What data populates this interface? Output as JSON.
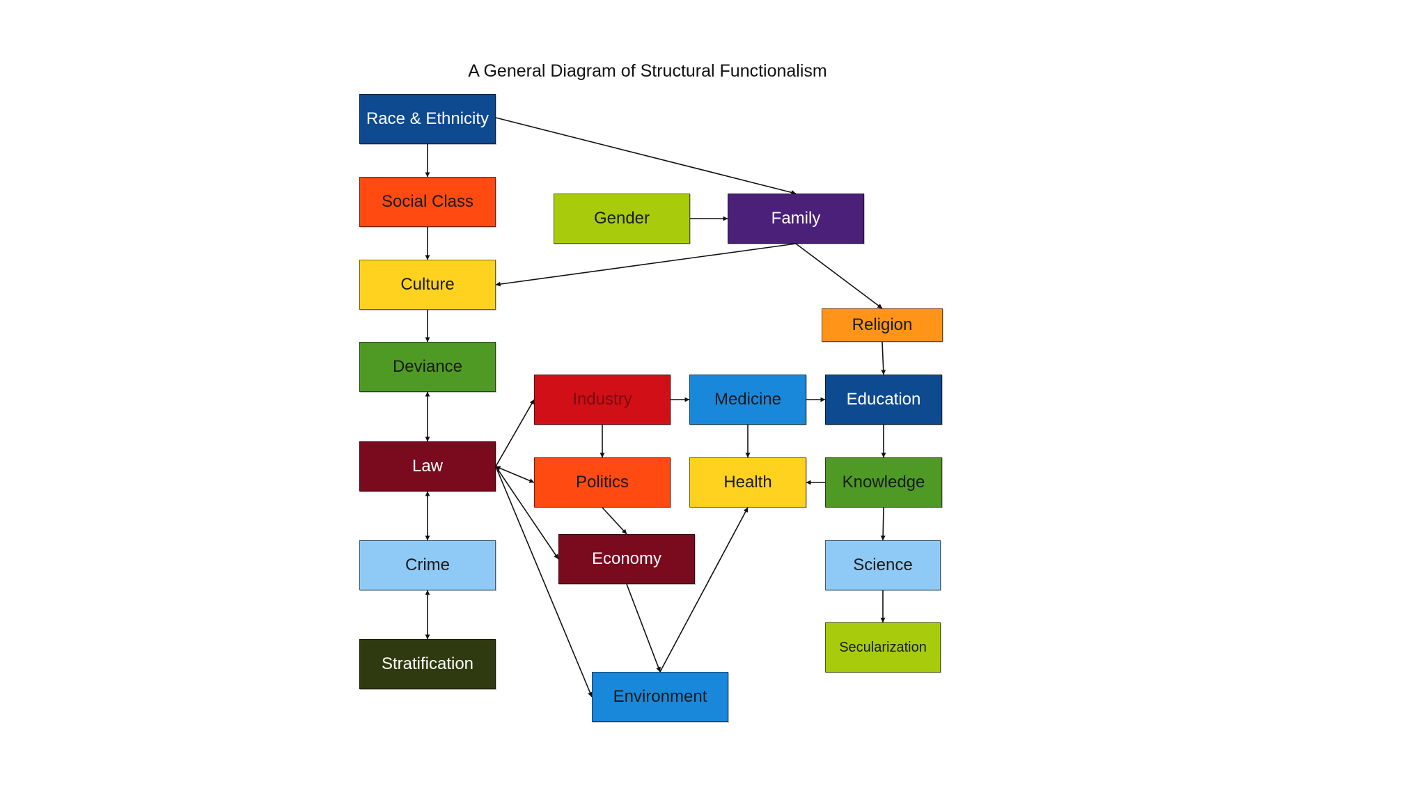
{
  "title": "A General Diagram of Structural Functionalism",
  "colors": {
    "navy": "#0d4a8f",
    "orange_red": "#ff4a12",
    "yellow": "#ffd21f",
    "green": "#4f9a24",
    "maroon": "#7a0a1e",
    "light_blue": "#8fcaf6",
    "dark_olive": "#2f3a10",
    "lime": "#a8cc0c",
    "purple": "#4a2079",
    "amber": "#ff9418",
    "red": "#d10f16",
    "sky_blue": "#1a88da",
    "edge": "#111111"
  },
  "nodes": [
    {
      "id": "race",
      "label": "Race & Ethnicity",
      "color": "#0d4a8f",
      "text_color": "#ffffff"
    },
    {
      "id": "social_class",
      "label": "Social Class",
      "color": "#ff4a12",
      "text_color": "#1a1a1a"
    },
    {
      "id": "culture",
      "label": "Culture",
      "color": "#ffd21f",
      "text_color": "#1a1a1a"
    },
    {
      "id": "deviance",
      "label": "Deviance",
      "color": "#4f9a24",
      "text_color": "#1a1a1a"
    },
    {
      "id": "law",
      "label": "Law",
      "color": "#7a0a1e",
      "text_color": "#ffffff"
    },
    {
      "id": "crime",
      "label": "Crime",
      "color": "#8fcaf6",
      "text_color": "#1a1a1a"
    },
    {
      "id": "stratification",
      "label": "Stratification",
      "color": "#2f3a10",
      "text_color": "#ffffff"
    },
    {
      "id": "gender",
      "label": "Gender",
      "color": "#a8cc0c",
      "text_color": "#1a1a1a"
    },
    {
      "id": "family",
      "label": "Family",
      "color": "#4a2079",
      "text_color": "#ffffff"
    },
    {
      "id": "religion",
      "label": "Religion",
      "color": "#ff9418",
      "text_color": "#1a1a1a"
    },
    {
      "id": "industry",
      "label": "Industry",
      "color": "#d10f16",
      "text_color": "#7a0a12"
    },
    {
      "id": "medicine",
      "label": "Medicine",
      "color": "#1a88da",
      "text_color": "#1a1a1a"
    },
    {
      "id": "education",
      "label": "Education",
      "color": "#0d4a8f",
      "text_color": "#ffffff"
    },
    {
      "id": "politics",
      "label": "Politics",
      "color": "#ff4a12",
      "text_color": "#1a1a1a"
    },
    {
      "id": "health",
      "label": "Health",
      "color": "#ffd21f",
      "text_color": "#1a1a1a"
    },
    {
      "id": "knowledge",
      "label": "Knowledge",
      "color": "#4f9a24",
      "text_color": "#1a1a1a"
    },
    {
      "id": "economy",
      "label": "Economy",
      "color": "#7a0a1e",
      "text_color": "#ffffff"
    },
    {
      "id": "science",
      "label": "Science",
      "color": "#8fcaf6",
      "text_color": "#1a1a1a"
    },
    {
      "id": "secularization",
      "label": "Secularization",
      "color": "#a8cc0c",
      "text_color": "#1a1a1a"
    },
    {
      "id": "environment",
      "label": "Environment",
      "color": "#1a88da",
      "text_color": "#1a1a1a"
    }
  ],
  "edges": [
    {
      "from": "race",
      "to": "social_class",
      "direction": "forward"
    },
    {
      "from": "social_class",
      "to": "culture",
      "direction": "forward"
    },
    {
      "from": "culture",
      "to": "deviance",
      "direction": "forward"
    },
    {
      "from": "deviance",
      "to": "law",
      "direction": "both"
    },
    {
      "from": "law",
      "to": "crime",
      "direction": "both"
    },
    {
      "from": "crime",
      "to": "stratification",
      "direction": "both"
    },
    {
      "from": "race",
      "to": "family",
      "direction": "forward"
    },
    {
      "from": "gender",
      "to": "family",
      "direction": "forward"
    },
    {
      "from": "family",
      "to": "culture",
      "direction": "forward"
    },
    {
      "from": "family",
      "to": "religion",
      "direction": "forward"
    },
    {
      "from": "religion",
      "to": "education",
      "direction": "forward"
    },
    {
      "from": "industry",
      "to": "medicine",
      "direction": "forward"
    },
    {
      "from": "medicine",
      "to": "education",
      "direction": "forward"
    },
    {
      "from": "industry",
      "to": "politics",
      "direction": "forward"
    },
    {
      "from": "medicine",
      "to": "health",
      "direction": "forward"
    },
    {
      "from": "education",
      "to": "knowledge",
      "direction": "forward"
    },
    {
      "from": "knowledge",
      "to": "health",
      "direction": "forward"
    },
    {
      "from": "knowledge",
      "to": "science",
      "direction": "forward"
    },
    {
      "from": "science",
      "to": "secularization",
      "direction": "forward"
    },
    {
      "from": "law",
      "to": "industry",
      "direction": "forward"
    },
    {
      "from": "law",
      "to": "politics",
      "direction": "both"
    },
    {
      "from": "law",
      "to": "economy",
      "direction": "forward"
    },
    {
      "from": "law",
      "to": "environment",
      "direction": "forward"
    },
    {
      "from": "politics",
      "to": "economy",
      "direction": "forward"
    },
    {
      "from": "economy",
      "to": "environment",
      "direction": "forward"
    },
    {
      "from": "environment",
      "to": "health",
      "direction": "forward"
    }
  ]
}
